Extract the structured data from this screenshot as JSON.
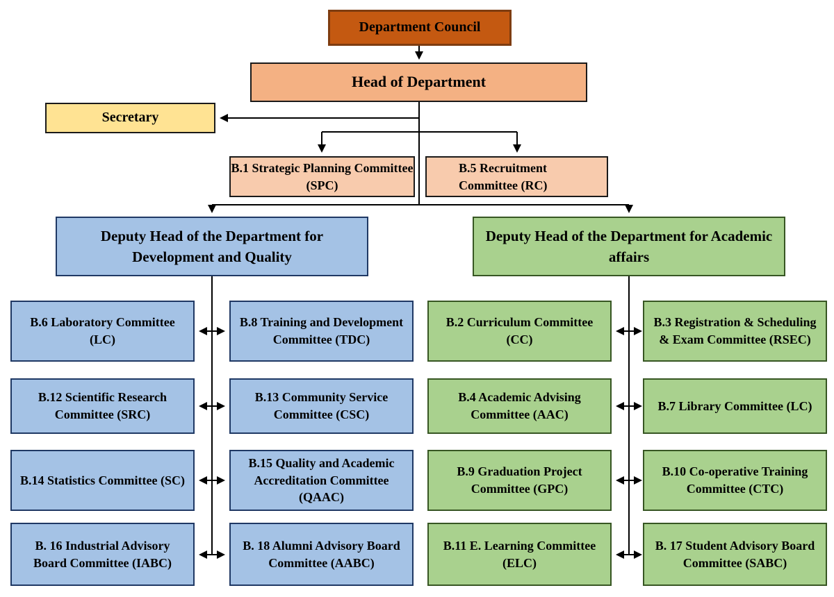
{
  "nodes": {
    "council": "Department Council",
    "head": "Head of Department",
    "secretary": "Secretary",
    "spc": "B.1 Strategic Planning Committee (SPC)",
    "rc": "B.5 Recruitment Committee (RC)",
    "deputy_development_quality": "Deputy Head of the Department for Development and Quality",
    "deputy_academic_affairs": "Deputy Head of the Department for Academic affairs"
  },
  "development_quality_committees": [
    "B.6 Laboratory Committee (LC)",
    "B.8 Training and Development Committee (TDC)",
    "B.12 Scientific Research Committee (SRC)",
    "B.13 Community Service Committee (CSC)",
    "B.14 Statistics Committee (SC)",
    "B.15 Quality and Academic Accreditation Committee (QAAC)",
    "B. 16 Industrial Advisory Board Committee (IABC)",
    "B. 18 Alumni Advisory Board Committee (AABC)"
  ],
  "academic_affairs_committees": [
    "B.2 Curriculum Committee (CC)",
    "B.3 Registration & Scheduling & Exam Committee (RSEC)",
    "B.4 Academic Advising Committee (AAC)",
    "B.7 Library Committee (LC)",
    "B.9 Graduation Project Committee (GPC)",
    "B.10 Co-operative Training Committee (CTC)",
    "B.11 E. Learning Committee (ELC)",
    "B. 17 Student Advisory Board Committee (SABC)"
  ],
  "colors": {
    "council_fill": "#C45911",
    "council_border": "#7E3C10",
    "head_fill": "#F4B183",
    "secretary_fill": "#FFE393",
    "planning_fill": "#F8CBAD",
    "development_fill": "#A4C2E5",
    "development_border": "#1F3864",
    "academic_fill": "#A9D18E",
    "academic_border": "#375623",
    "default_border": "#1A1A1A",
    "connector": "#000000"
  }
}
